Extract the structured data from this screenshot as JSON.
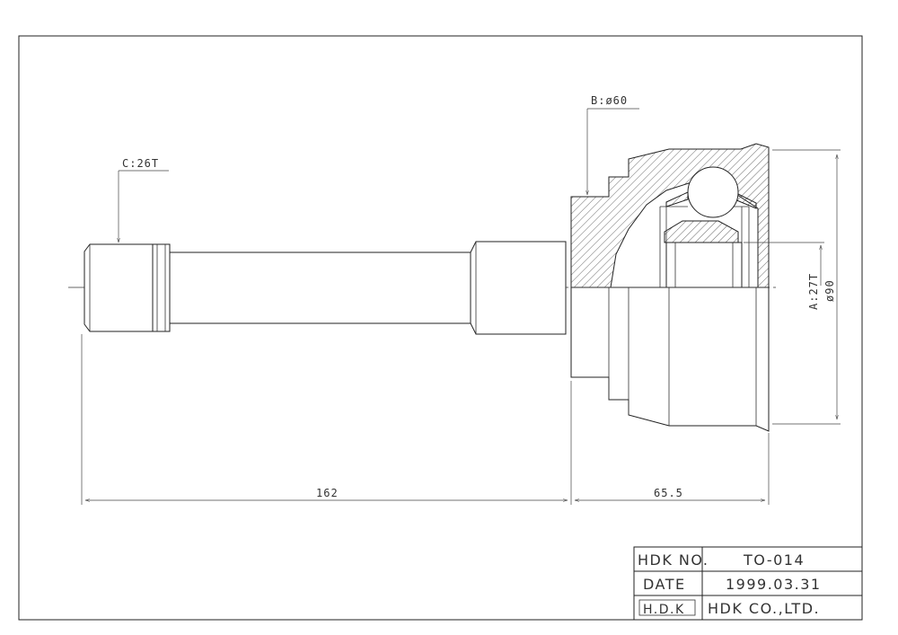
{
  "callouts": {
    "spline_c": "C:26T",
    "diameter_b": "B:ø60",
    "spline_a": "A:27T",
    "diameter_outer": "ø90"
  },
  "dimensions": {
    "shaft_length": "162",
    "bell_length": "65.5"
  },
  "title_block": {
    "no_label": "HDK NO.",
    "no_value": "TO-014",
    "date_label": "DATE",
    "date_value": "1999.03.31",
    "logo_text": "H.D.K",
    "company": "HDK CO.,LTD."
  }
}
